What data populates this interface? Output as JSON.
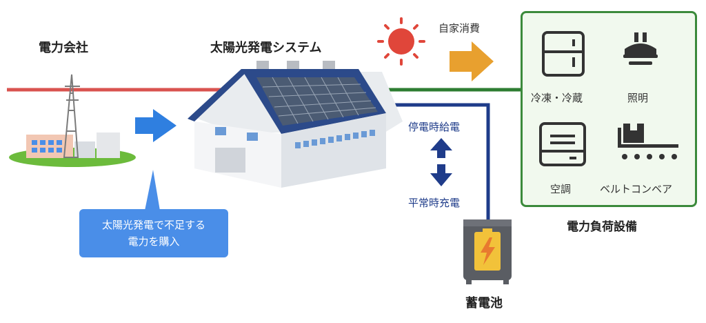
{
  "labels": {
    "power_company": "電力会社",
    "solar_system": "太陽光発電システム",
    "self_consumption": "自家消費",
    "outage_supply": "停電時給電",
    "normal_charge": "平常時充電",
    "battery": "蓄電池",
    "load_equipment": "電力負荷設備",
    "purchase_note_line1": "太陽光発電で不足する",
    "purchase_note_line2": "電力を購入"
  },
  "loads": {
    "freezer": "冷凍・冷蔵",
    "lighting": "照明",
    "aircon": "空調",
    "conveyor": "ベルトコンベア"
  },
  "colors": {
    "grid_line": "#d9534f",
    "green_line": "#2e7d32",
    "navy_line": "#1f3c8a",
    "blue_arrow": "#2f7fe0",
    "orange_arrow": "#e8a02f",
    "load_border": "#3b8a3b",
    "sun": "#e0463a"
  },
  "icons": [
    "sun-icon",
    "factory-icon",
    "power-plant-icon",
    "battery-icon",
    "freezer-icon",
    "lighting-icon",
    "aircon-icon",
    "conveyor-icon"
  ]
}
